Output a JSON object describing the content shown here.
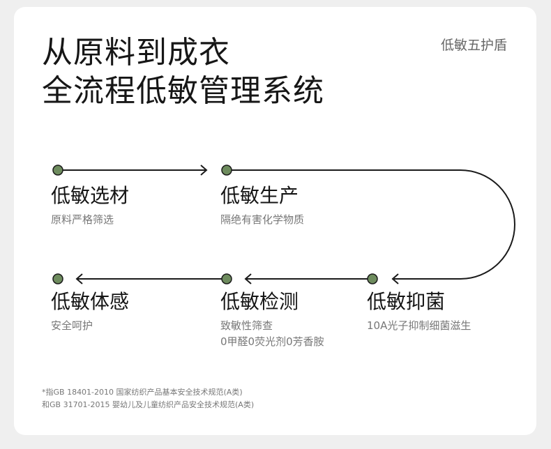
{
  "title": {
    "line1": "从原料到成衣",
    "line2": "全流程低敏管理系统"
  },
  "badge": "低敏五护盾",
  "steps": [
    {
      "name": "低敏选材",
      "desc": [
        "原料严格筛选"
      ]
    },
    {
      "name": "低敏生产",
      "desc": [
        "隔绝有害化学物质"
      ]
    },
    {
      "name": "低敏抑菌",
      "desc": [
        "10A光子抑制细菌滋生"
      ]
    },
    {
      "name": "低敏检测",
      "desc": [
        "致敏性筛查",
        "0甲醛0荧光剂0芳香胺"
      ]
    },
    {
      "name": "低敏体感",
      "desc": [
        "安全呵护"
      ]
    }
  ],
  "footnote": {
    "line1": "*指GB 18401-2010 国家纺织产品基本安全技术规范(A类)",
    "line2": "和GB 31701-2015 婴幼儿及儿童纺织产品安全技术规范(A类)"
  },
  "colors": {
    "node_fill": "#6e8c5e",
    "line": "#1a1a1a",
    "card": "#ffffff",
    "background": "#efefef"
  }
}
